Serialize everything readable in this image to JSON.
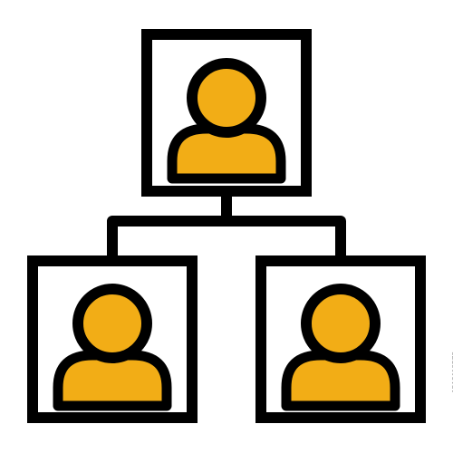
{
  "icon": {
    "name": "org-chart-icon",
    "nodes": [
      "top-person",
      "bottom-left-person",
      "bottom-right-person"
    ]
  },
  "colors": {
    "stroke": "#000000",
    "fill": "#f2ad16",
    "background": "#ffffff"
  },
  "watermark": {
    "id_text": "1512119578"
  }
}
